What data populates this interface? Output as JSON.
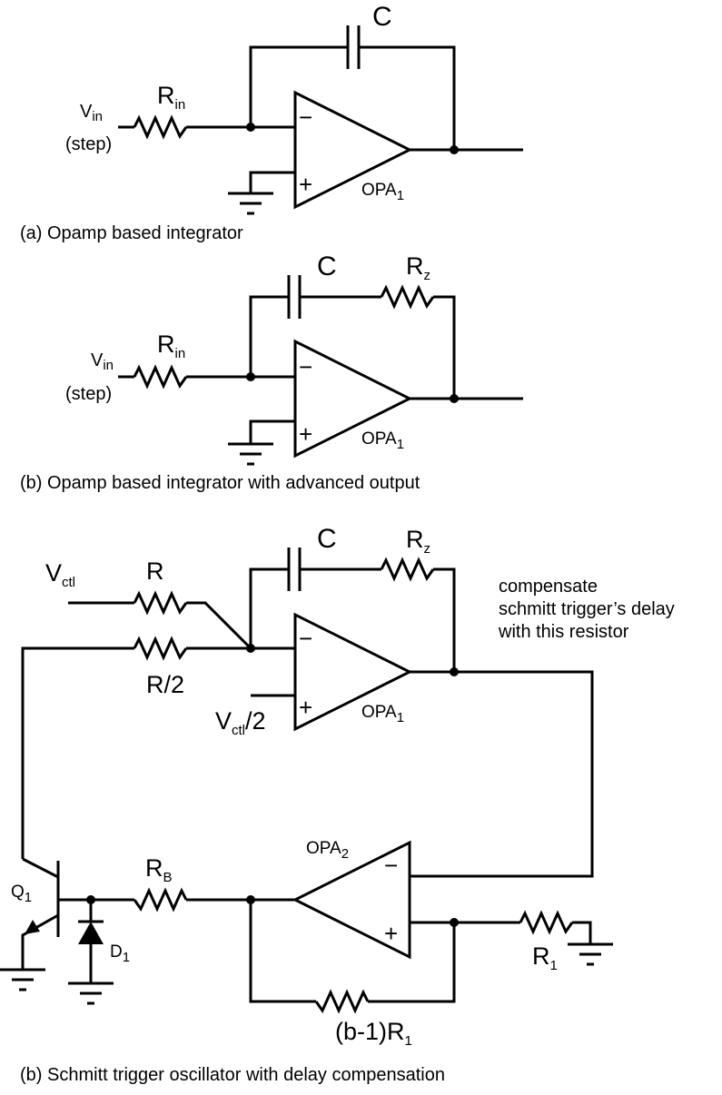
{
  "panel_a": {
    "caption": "(a) Opamp based integrator",
    "c": "C",
    "rin": "R",
    "rin_sub": "in",
    "vin": "V",
    "vin_sub": "in",
    "step": "(step)",
    "opa": "OPA",
    "opa_sub": "1",
    "minus": "−",
    "plus": "+"
  },
  "panel_b": {
    "caption": "(b) Opamp based integrator with advanced output",
    "c": "C",
    "rz": "R",
    "rz_sub": "z",
    "rin": "R",
    "rin_sub": "in",
    "vin": "V",
    "vin_sub": "in",
    "step": "(step)",
    "opa": "OPA",
    "opa_sub": "1",
    "minus": "−",
    "plus": "+"
  },
  "panel_c": {
    "caption": "(b) Schmitt trigger oscillator with delay compensation",
    "c": "C",
    "rz": "R",
    "rz_sub": "z",
    "vctl": "V",
    "vctl_sub": "ctl",
    "r": "R",
    "r_half": "R/2",
    "vctl_half": "V",
    "vctl_half_sub": "ctl",
    "vctl_half_tail": "/2",
    "note": [
      "compensate",
      "schmitt trigger’s delay",
      "with this resistor"
    ],
    "opa1": "OPA",
    "opa1_sub": "1",
    "opa2": "OPA",
    "opa2_sub": "2",
    "q1": "Q",
    "q1_sub": "1",
    "d1": "D",
    "d1_sub": "1",
    "rb": "R",
    "rb_sub": "B",
    "r1": "R",
    "r1_sub": "1",
    "rfb": "(b-1)R",
    "rfb_sub": "1",
    "minus": "−",
    "plus": "+"
  }
}
